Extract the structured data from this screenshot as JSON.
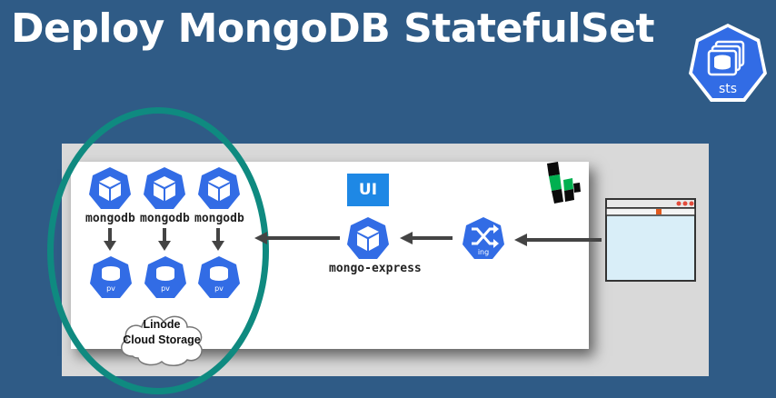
{
  "title": "Deploy MongoDB StatefulSet",
  "badge": {
    "label": "sts",
    "icon": "statefulset-icon",
    "color": "#326ce5"
  },
  "ui_label": "UI",
  "mongodb_pods": [
    {
      "label": "mongodb",
      "volume_label": "pv"
    },
    {
      "label": "mongodb",
      "volume_label": "pv"
    },
    {
      "label": "mongodb",
      "volume_label": "pv"
    }
  ],
  "mongo_express": {
    "label": "mongo-express"
  },
  "ingress": {
    "label": "ing"
  },
  "storage": {
    "line1": "Linode",
    "line2": "Cloud Storage"
  },
  "colors": {
    "background": "#2f5b86",
    "k8s_blue": "#326ce5",
    "ellipse": "#0f8a80",
    "ui_box": "#1e88e5",
    "linode_green": "#00b050"
  }
}
